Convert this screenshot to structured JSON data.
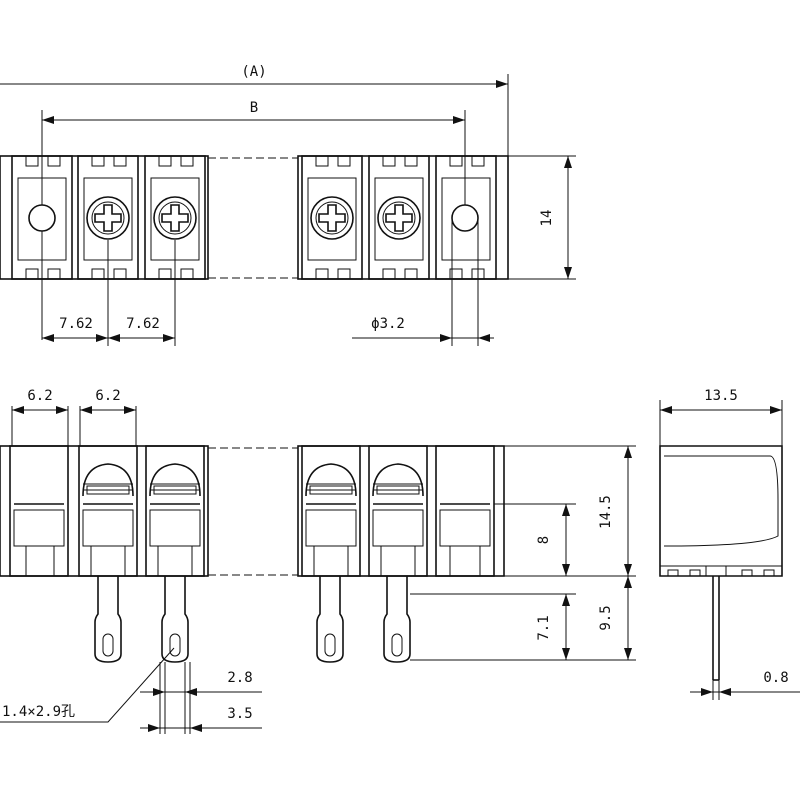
{
  "dimensions": {
    "overall_a": "(A)",
    "pitch_b": "B",
    "height_top": "14",
    "pitch_1": "7.62",
    "pitch_2": "7.62",
    "hole_dia": "ϕ3.2",
    "front_w1": "6.2",
    "front_w2": "6.2",
    "side_width": "13.5",
    "body_height": "14.5",
    "inner_height": "8",
    "pin_length": "9.5",
    "pin_slot_length": "7.1",
    "pin_width": "2.8",
    "pin_width_outer": "3.5",
    "pin_thickness": "0.8",
    "slot_hole": "1.4×2.9孔"
  },
  "icons": [
    "phillips-screw-icon",
    "hole-icon",
    "arrowhead-icon"
  ]
}
